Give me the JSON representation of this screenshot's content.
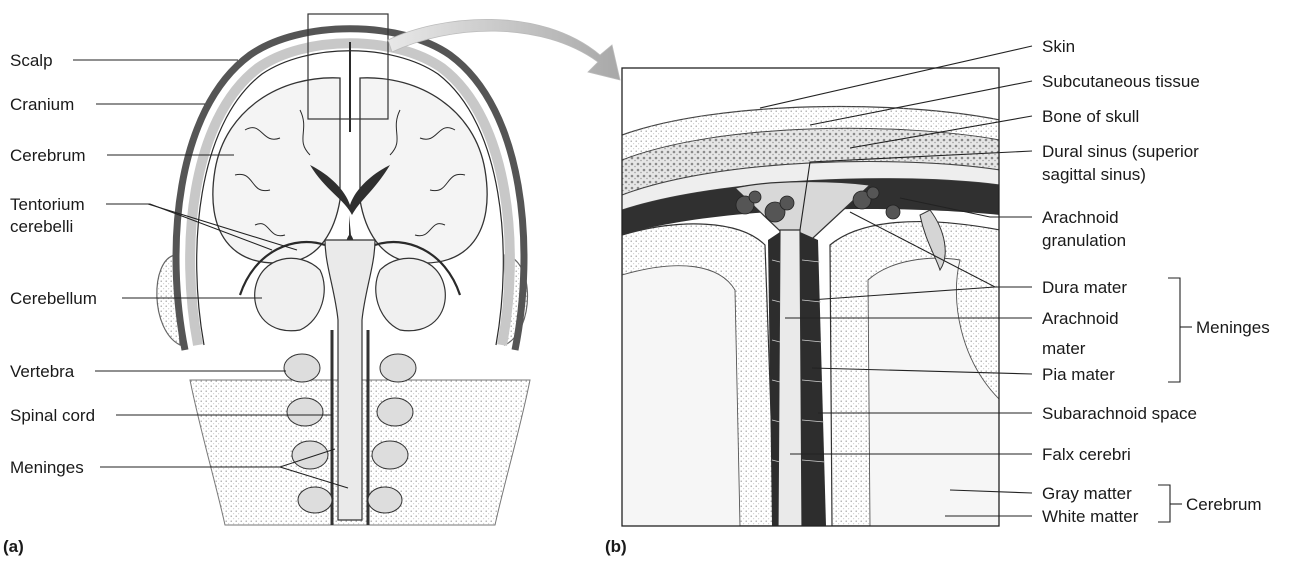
{
  "panel_a": {
    "tag": "(a)",
    "labels": {
      "scalp": "Scalp",
      "cranium": "Cranium",
      "cerebrum": "Cerebrum",
      "tentorium_line1": "Tentorium",
      "tentorium_line2": "cerebelli",
      "cerebellum": "Cerebellum",
      "vertebra": "Vertebra",
      "spinal_cord": "Spinal cord",
      "meninges": "Meninges"
    }
  },
  "panel_b": {
    "tag": "(b)",
    "labels": {
      "skin": "Skin",
      "subcutaneous_tissue": "Subcutaneous tissue",
      "bone_of_skull": "Bone of skull",
      "dural_sinus_line1": "Dural sinus (superior",
      "dural_sinus_line2": "sagittal sinus)",
      "arachnoid_granulation_line1": "Arachnoid",
      "arachnoid_granulation_line2": "granulation",
      "dura_mater": "Dura mater",
      "arachnoid_mater_line1": "Arachnoid",
      "arachnoid_mater_line2": "mater",
      "pia_mater": "Pia mater",
      "subarachnoid_space": "Subarachnoid space",
      "falx_cerebri": "Falx cerebri",
      "gray_matter": "Gray matter",
      "white_matter": "White matter"
    },
    "group_labels": {
      "meninges": "Meninges",
      "cerebrum": "Cerebrum"
    }
  },
  "colors": {
    "stipple": "#9a9a9a",
    "arrow": "#b9b9b9",
    "dark_space": "#2f2f2f",
    "bone": "#cfcfcf"
  }
}
